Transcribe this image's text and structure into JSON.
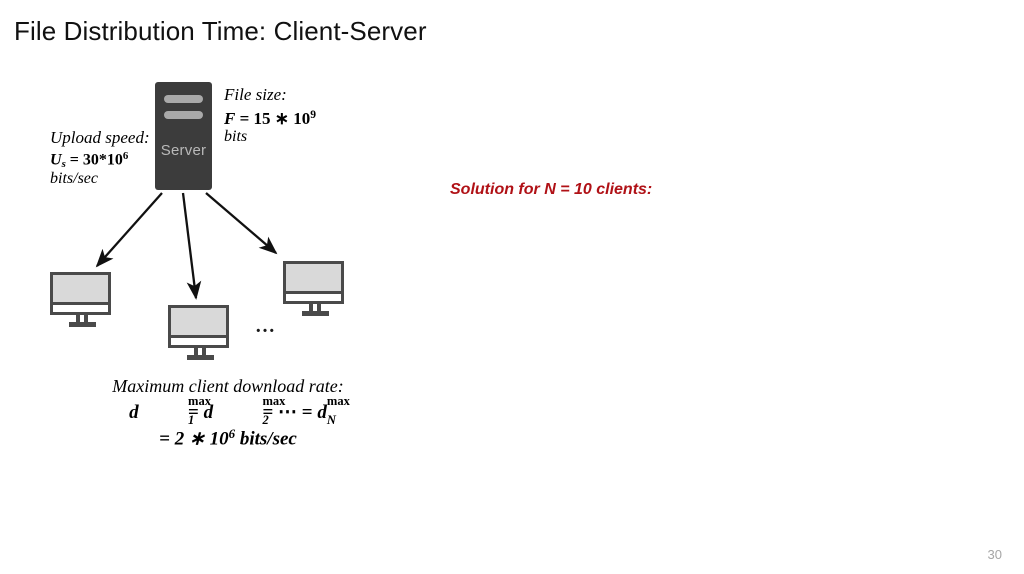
{
  "slide": {
    "title": "File Distribution Time: Client-Server",
    "page_number": "30"
  },
  "diagram": {
    "server": {
      "label": "Server",
      "body_color": "#3c3c3c",
      "bar_color": "#a9a9a9",
      "label_color": "#b9b9b9"
    },
    "upload_speed": {
      "caption": "Upload speed:",
      "symbol": "U",
      "symbol_subscript": "s",
      "equation": " = 30*10",
      "exponent": "6",
      "units": "bits/sec"
    },
    "file_size": {
      "caption": "File size:",
      "symbol": "F",
      "equation": " = 15 ∗ 10",
      "exponent": "9",
      "units": "bits"
    },
    "clients": [
      {
        "name": "client-1"
      },
      {
        "name": "client-2"
      },
      {
        "name": "client-3"
      }
    ],
    "clients_ellipsis": "…",
    "download_rate": {
      "caption": "Maximum client download rate:",
      "term_1_base": "d",
      "term_1_sup": "max",
      "term_1_sub": "1",
      "eq_1": "=",
      "term_2_base": "d",
      "term_2_sup": "max",
      "term_2_sub": "2",
      "eq_2": "=",
      "dots": "⋯",
      "eq_3": "=",
      "term_n_base": "d",
      "term_n_sup": "max",
      "term_n_sub": "N",
      "line2": "= 2 ∗ 10",
      "line2_exponent": "6",
      "line2_units": " bits/sec"
    }
  },
  "solution": {
    "heading": "Solution for N = 10 clients:",
    "heading_color": "#b01116"
  }
}
